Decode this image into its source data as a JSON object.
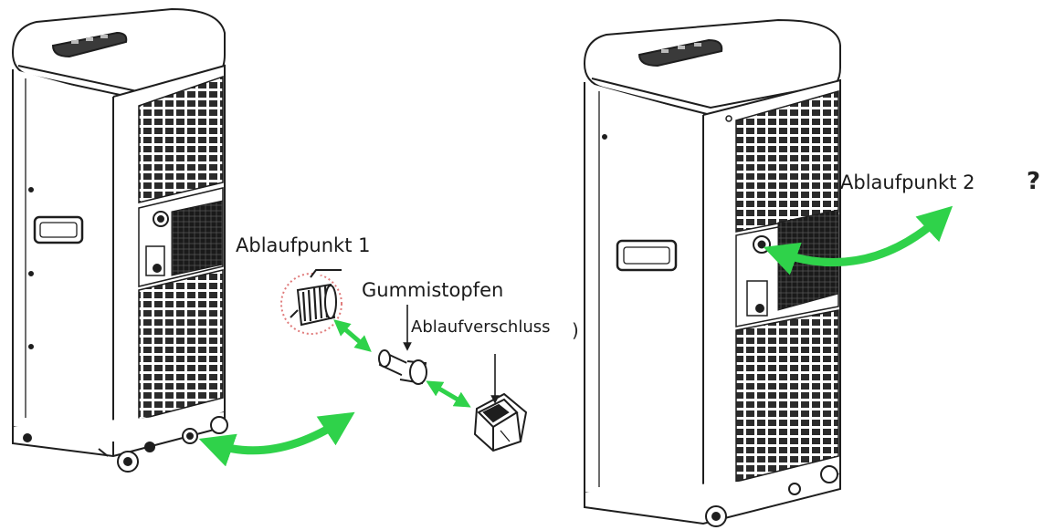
{
  "labels": {
    "drain_point_1": "Ablaufpunkt 1",
    "rubber_plug": "Gummistopfen",
    "drain_cap": "Ablaufverschluss",
    "drain_point_2": "Ablaufpunkt 2",
    "stray_mark_1": ")",
    "stray_mark_2": "?"
  },
  "colors": {
    "arrow": "#2fd24a",
    "line": "#1e1e1e",
    "vent": "#2b2b2b",
    "highlight_circle": "#e07b7b"
  },
  "icons": [
    "air-conditioner-left",
    "air-conditioner-right",
    "rubber-plug",
    "drain-cap",
    "drain-fitting"
  ]
}
